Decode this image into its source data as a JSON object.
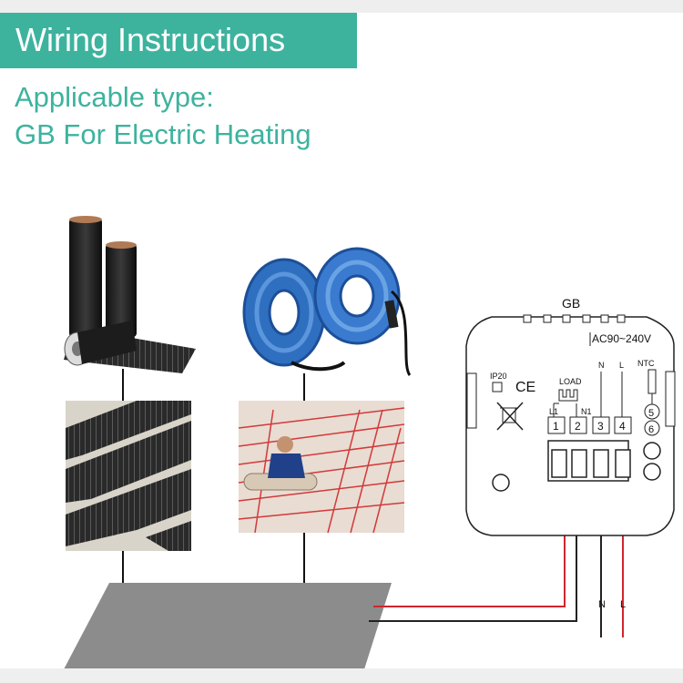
{
  "header": {
    "title": "Wiring Instructions",
    "applicable_line1": "Applicable type:",
    "applicable_line2": "GB For Electric Heating"
  },
  "colors": {
    "accent": "#3db39e",
    "wire_live": "#d0262d",
    "wire_neutral": "#222222",
    "heating_mat": "#8c8c8c"
  },
  "thermostat": {
    "model": "GB",
    "voltage": "AC90~240V",
    "ip_rating": "IP20",
    "ce_mark": "CE",
    "labels": {
      "load": "LOAD",
      "l1": "L1",
      "n1": "N1",
      "n": "N",
      "l": "L",
      "ntc": "NTC"
    },
    "terminals": [
      "1",
      "2",
      "3",
      "4"
    ],
    "ntc_terminals": [
      "5",
      "6"
    ],
    "icons": [
      "square-ip-icon",
      "weee-bin-icon"
    ]
  },
  "wiring": {
    "output_n": "N",
    "output_l": "L"
  }
}
